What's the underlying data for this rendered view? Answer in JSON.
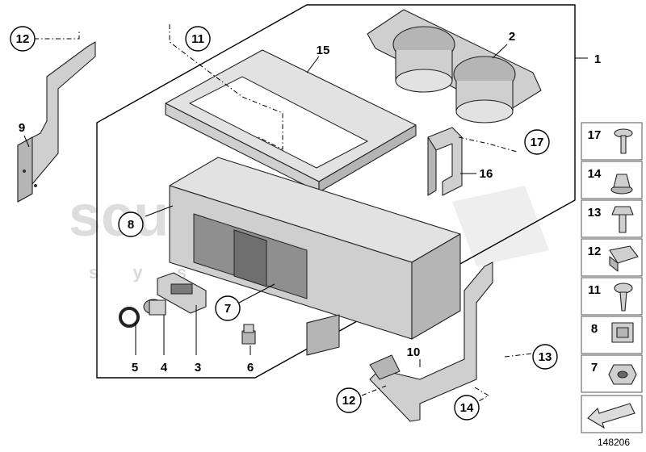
{
  "watermark": {
    "brand": "scuderia",
    "tagline": "s   y   s   t   e   m   s"
  },
  "callouts": {
    "c1": "1",
    "c2": "2",
    "c3": "3",
    "c4": "4",
    "c5": "5",
    "c6": "6",
    "c7": "7",
    "c8": "8",
    "c9": "9",
    "c10": "10",
    "c11": "11",
    "c12a": "12",
    "c12b": "12",
    "c13": "13",
    "c14": "14",
    "c15": "15",
    "c16": "16",
    "c17": "17"
  },
  "legend": [
    {
      "num": "17",
      "icon": "flat-head-screw-icon"
    },
    {
      "num": "14",
      "icon": "flange-nut-icon"
    },
    {
      "num": "13",
      "icon": "hex-bolt-icon"
    },
    {
      "num": "12",
      "icon": "clip-nut-icon"
    },
    {
      "num": "11",
      "icon": "round-head-screw-icon"
    },
    {
      "num": "8",
      "icon": "square-clip-nut-icon"
    },
    {
      "num": "7",
      "icon": "hex-nut-icon"
    }
  ],
  "footer": {
    "diagram_number": "148206"
  }
}
